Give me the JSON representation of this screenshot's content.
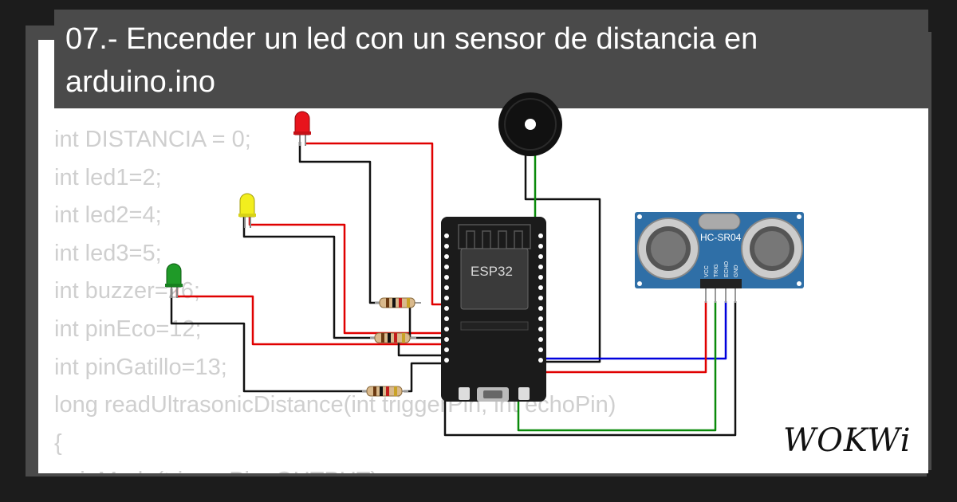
{
  "title": "07.- Encender un led con un sensor de distancia en arduino.ino",
  "code_lines": [
    "int DISTANCIA = 0;",
    "int led1=2;",
    "int led2=4;",
    "int led3=5;",
    "int buzzer=26;",
    "int pinEco=12;",
    "int pinGatillo=13;",
    "long readUltrasonicDistance(int triggerPin, int echoPin)",
    "{",
    "  pinMode(triggerPin, OUTPUT);"
  ],
  "board": {
    "label": "ESP32"
  },
  "sensor": {
    "model": "HC-SR04",
    "pins": [
      "VCC",
      "TRIG",
      "ECHO",
      "GND"
    ]
  },
  "leds": [
    {
      "color": "red",
      "hex": "#e8141c"
    },
    {
      "color": "yellow",
      "hex": "#f2ee1e"
    },
    {
      "color": "green",
      "hex": "#1f9a28"
    }
  ],
  "logo": {
    "text": "WOKWi"
  },
  "colors": {
    "background": "#1c1c1c",
    "title_bar": "#4a4a4a",
    "code_text": "#cfcfcf",
    "wire_red": "#e00000",
    "wire_blue": "#0000dd",
    "wire_green": "#0a8a0a",
    "board": "#1b1b1b",
    "sensor": "#2f6fa7"
  }
}
